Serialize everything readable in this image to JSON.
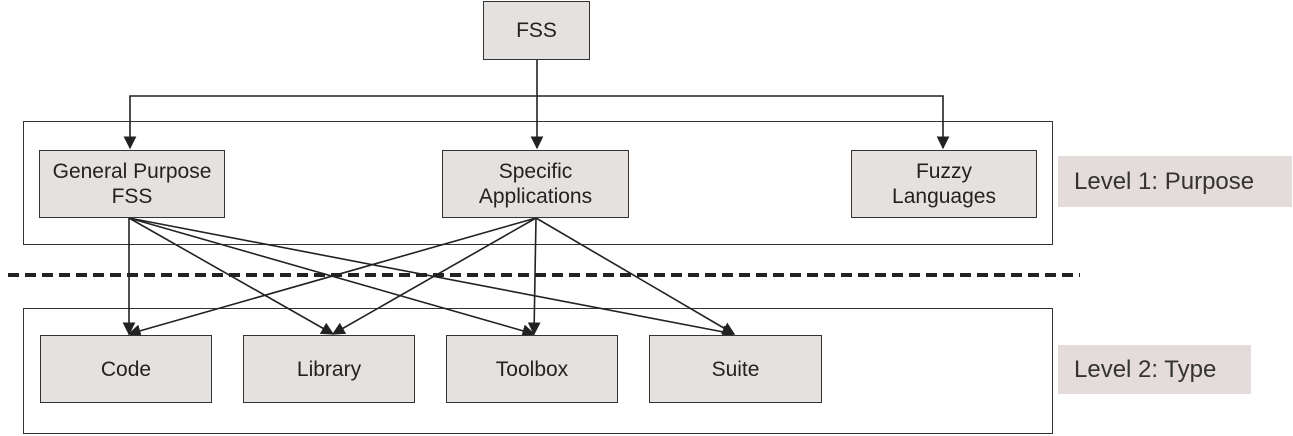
{
  "root": {
    "label": "FSS"
  },
  "level1": {
    "tag": "Level 1: Purpose",
    "nodes": [
      {
        "line1": "General Purpose",
        "line2": "FSS"
      },
      {
        "line1": "Specific",
        "line2": "Applications"
      },
      {
        "line1": "Fuzzy",
        "line2": "Languages"
      }
    ]
  },
  "level2": {
    "tag": "Level 2: Type",
    "nodes": [
      "Code",
      "Library",
      "Toolbox",
      "Suite"
    ]
  },
  "edges": [
    {
      "from": "FSS",
      "to": "General Purpose FSS"
    },
    {
      "from": "FSS",
      "to": "Specific Applications"
    },
    {
      "from": "FSS",
      "to": "Fuzzy Languages"
    },
    {
      "from": "General Purpose FSS",
      "to": "Code"
    },
    {
      "from": "General Purpose FSS",
      "to": "Library"
    },
    {
      "from": "General Purpose FSS",
      "to": "Toolbox"
    },
    {
      "from": "General Purpose FSS",
      "to": "Suite"
    },
    {
      "from": "Specific Applications",
      "to": "Code"
    },
    {
      "from": "Specific Applications",
      "to": "Library"
    },
    {
      "from": "Specific Applications",
      "to": "Toolbox"
    },
    {
      "from": "Specific Applications",
      "to": "Suite"
    }
  ],
  "colors": {
    "node_fill": "#e5e1df",
    "level_tag_fill": "#e3dcda",
    "line": "#222222"
  }
}
